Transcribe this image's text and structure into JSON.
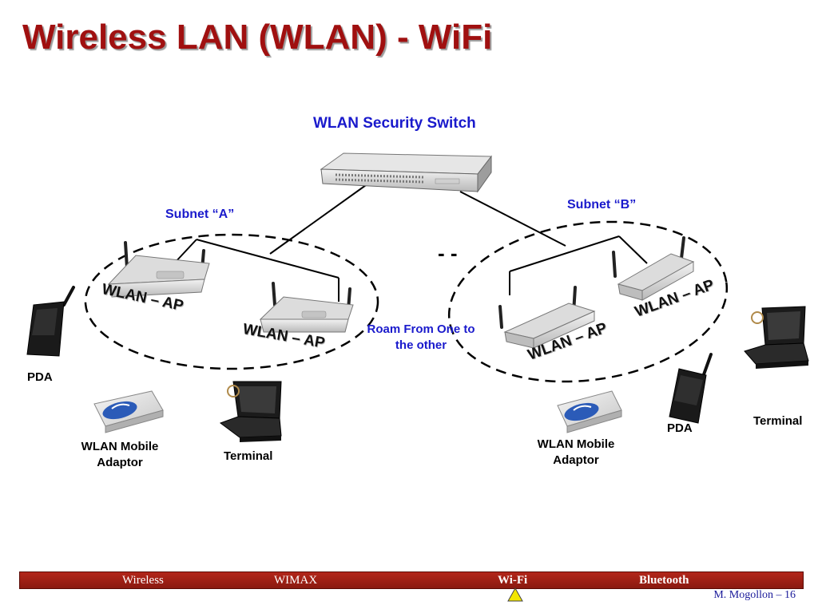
{
  "slide": {
    "title": "Wireless LAN (WLAN) - WiFi",
    "switch_label": "WLAN Security Switch",
    "subnet_a": "Subnet “A”",
    "subnet_b": "Subnet “B”",
    "ap_label": "WLAN – AP",
    "roam_line1": "Roam From One to",
    "roam_line2": "the other",
    "separator": "- -",
    "left": {
      "pda": "PDA",
      "adaptor_line1": "WLAN Mobile",
      "adaptor_line2": "Adaptor",
      "terminal": "Terminal"
    },
    "right": {
      "pda": "PDA",
      "adaptor_line1": "WLAN Mobile",
      "adaptor_line2": "Adaptor",
      "terminal": "Terminal"
    }
  },
  "footer": {
    "items": [
      "Wireless",
      "WIMAX",
      "Wi-Fi",
      "Bluetooth"
    ],
    "active": "Wi-Fi",
    "credit": "M. Mogollon – 16",
    "bar_color": "#a01f15",
    "marker_color": "#f2e600"
  },
  "colors": {
    "title": "#a01010",
    "label_blue": "#1a1acc"
  }
}
